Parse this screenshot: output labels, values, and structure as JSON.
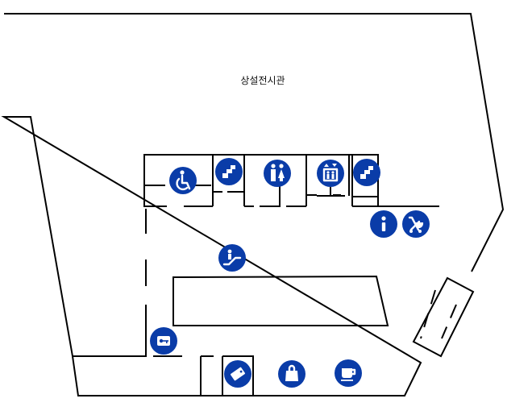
{
  "map": {
    "room_label": "상설전시관",
    "amenities": [
      {
        "id": "accessible",
        "icon": "wheelchair-icon"
      },
      {
        "id": "stairs-left",
        "icon": "stairs-icon"
      },
      {
        "id": "restroom",
        "icon": "restroom-icon"
      },
      {
        "id": "elevator",
        "icon": "elevator-icon"
      },
      {
        "id": "stairs-right",
        "icon": "stairs-icon"
      },
      {
        "id": "information",
        "icon": "info-icon"
      },
      {
        "id": "stroller",
        "icon": "stroller-icon"
      },
      {
        "id": "escalator",
        "icon": "escalator-icon"
      },
      {
        "id": "lockers",
        "icon": "locker-icon"
      },
      {
        "id": "ticket",
        "icon": "ticket-icon"
      },
      {
        "id": "shop",
        "icon": "shopping-bag-icon"
      },
      {
        "id": "cafe",
        "icon": "coffee-cup-icon"
      }
    ],
    "colors": {
      "icon_background": "#0a3ca8",
      "icon_foreground": "#ffffff",
      "walls": "#000000"
    }
  }
}
